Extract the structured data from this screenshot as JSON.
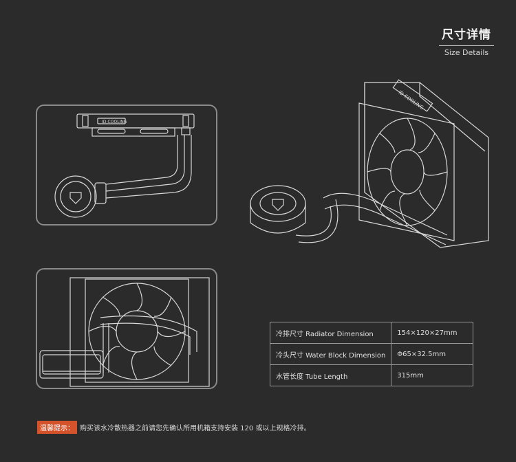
{
  "header": {
    "title_zh": "尺寸详情",
    "title_en": "Size Details"
  },
  "product": {
    "brand_text": "ID-COOLING"
  },
  "specs": [
    {
      "label": "冷排尺寸 Radiator Dimension",
      "value": "154×120×27mm"
    },
    {
      "label": "冷头尺寸 Water Block Dimension",
      "value": "Φ65×32.5mm"
    },
    {
      "label": "水管长度 Tube Length",
      "value": "315mm"
    }
  ],
  "notice": {
    "tag": "温馨提示：",
    "text": "购买该水冷散热器之前请您先确认所用机箱支持安装 120 或以上规格冷排。"
  },
  "colors": {
    "background": "#2b2b2b",
    "line": "#cfcfcf",
    "notice_tag": "#d4532a"
  }
}
